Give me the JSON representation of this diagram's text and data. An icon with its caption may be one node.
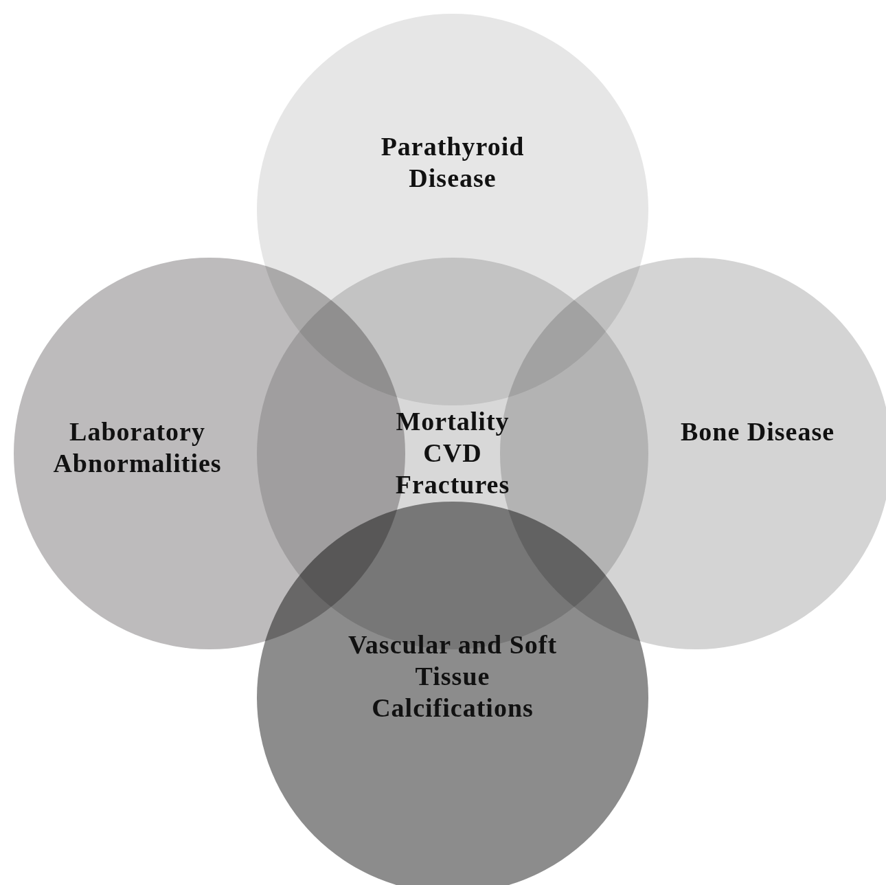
{
  "diagram": {
    "nodes": [
      {
        "text": [
          "Parathyroid Disease"
        ]
      },
      {
        "text": [
          "Laboratory Abnormalities"
        ]
      },
      {
        "text": [
          "Mortality CVD Fractures"
        ]
      },
      {
        "text": [
          "Bone Disease"
        ]
      },
      {
        "text": [
          "Vascular and Soft Tissue Calcifications"
        ]
      }
    ]
  }
}
